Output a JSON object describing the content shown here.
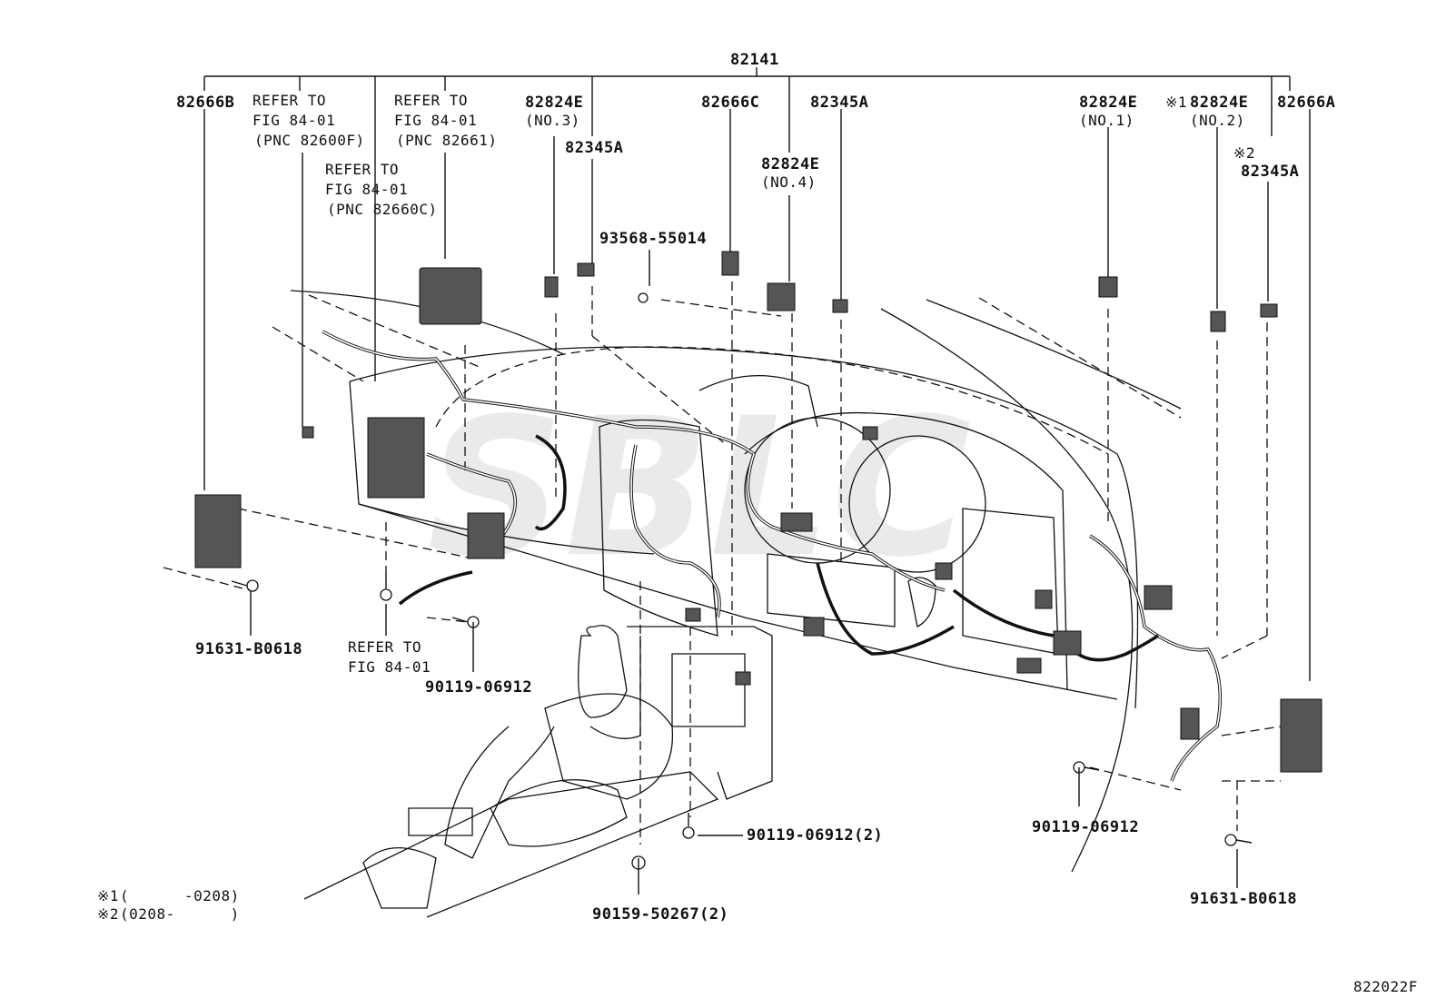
{
  "diagram": {
    "main_part": "82141",
    "figure_code": "822022F",
    "parts": [
      {
        "id": "p82666B",
        "label": "82666B"
      },
      {
        "id": "p82824E_no3",
        "label": "82824E",
        "sub": "(NO.3)"
      },
      {
        "id": "p82345A_a",
        "label": "82345A"
      },
      {
        "id": "p82666C",
        "label": "82666C"
      },
      {
        "id": "p82345A_b",
        "label": "82345A"
      },
      {
        "id": "p82824E_no4",
        "label": "82824E",
        "sub": "(NO.4)"
      },
      {
        "id": "p82824E_no1",
        "label": "82824E",
        "sub": "(NO.1)"
      },
      {
        "id": "p82824E_no2",
        "label": "82824E",
        "sub": "(NO.2)",
        "mark": "※1"
      },
      {
        "id": "p82666A",
        "label": "82666A"
      },
      {
        "id": "p82345A_c",
        "label": "82345A",
        "mark": "※2"
      },
      {
        "id": "p93568",
        "label": "93568-55014"
      },
      {
        "id": "p91631_l",
        "label": "91631-B0618"
      },
      {
        "id": "p90119_a",
        "label": "90119-06912"
      },
      {
        "id": "p90119_b",
        "label": "90119-06912(2)"
      },
      {
        "id": "p90159",
        "label": "90159-50267(2)"
      },
      {
        "id": "p90119_c",
        "label": "90119-06912"
      },
      {
        "id": "p91631_r",
        "label": "91631-B0618"
      }
    ],
    "references": [
      {
        "line1": "REFER TO",
        "line2": "FIG 84-01",
        "line3": "(PNC 82600F)"
      },
      {
        "line1": "REFER TO",
        "line2": "FIG 84-01",
        "line3": "(PNC 82661)"
      },
      {
        "line1": "REFER TO",
        "line2": "FIG 84-01",
        "line3": "(PNC 82660C)"
      },
      {
        "line1": "REFER TO",
        "line2": "FIG 84-01"
      }
    ],
    "footnotes": [
      {
        "mark": "※1",
        "text": "(      -0208)"
      },
      {
        "mark": "※2",
        "text": "(0208-      )"
      }
    ]
  }
}
